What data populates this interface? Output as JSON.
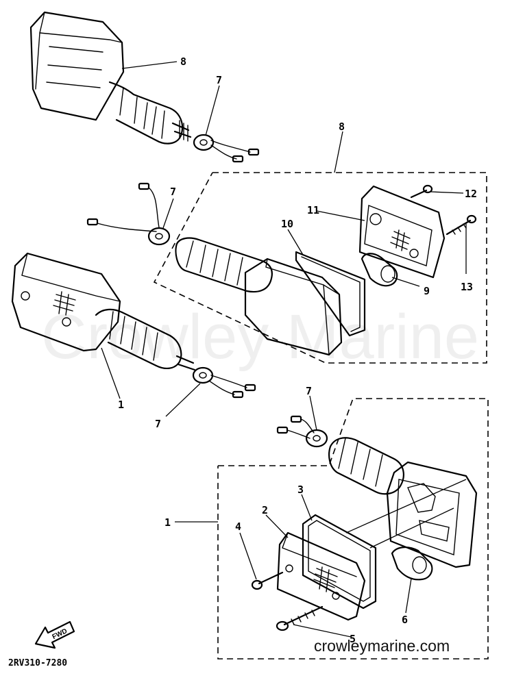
{
  "callouts": [
    "1",
    "2",
    "3",
    "4",
    "5",
    "6",
    "7",
    "8",
    "9",
    "10",
    "11",
    "12",
    "13"
  ],
  "fwd_label": "FWD",
  "diagram_code": "2RV310-7280",
  "watermark_text": "Crowley Marine",
  "site_url": "crowleymarine.com"
}
